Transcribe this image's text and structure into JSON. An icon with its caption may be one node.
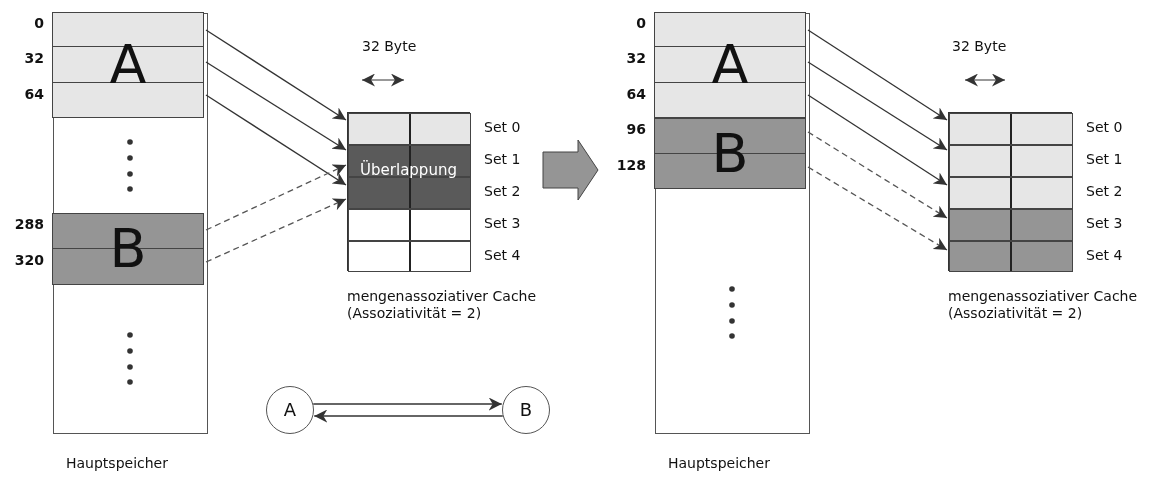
{
  "diagram": {
    "nodes": [
      {
        "text": [],
        "shape": "box",
        "beside": [
          "Hauptspeicher"
        ]
      },
      {
        "text": [
          "A"
        ],
        "in": 0,
        "beside": [
          "0",
          "32",
          "64"
        ]
      },
      {
        "text": [
          "B"
        ],
        "in": 0,
        "beside": [
          "288",
          "320"
        ]
      },
      {
        "text": [],
        "shape": "box",
        "beside": [
          "mengenassoziativer Cache (Assoziativität = 2)"
        ]
      },
      {
        "text": [],
        "shape": "box",
        "in": 3,
        "beside": [
          "Set 0"
        ]
      },
      {
        "text": [],
        "shape": "box",
        "in": 3,
        "beside": [
          "Set 1"
        ]
      },
      {
        "text": [],
        "shape": "box",
        "in": 3,
        "beside": [
          "Set 2"
        ]
      },
      {
        "text": [],
        "shape": "box",
        "in": 3,
        "beside": [
          "Set 3"
        ]
      },
      {
        "text": [],
        "shape": "box",
        "in": 3,
        "beside": [
          "Set 4"
        ]
      },
      {
        "text": [
          "A"
        ]
      },
      {
        "text": [
          "B"
        ]
      },
      {
        "text": [],
        "shape": "box",
        "beside": [
          "Hauptspeicher"
        ]
      },
      {
        "text": [
          "A"
        ],
        "in": 11,
        "beside": [
          "0",
          "32",
          "64"
        ]
      },
      {
        "text": [
          "B"
        ],
        "in": 11,
        "beside": [
          "96",
          "128"
        ]
      },
      {
        "text": [],
        "shape": "box",
        "beside": [
          "mengenassoziativer Cache (Assoziativität = 2)"
        ]
      },
      {
        "text": [],
        "shape": "box",
        "in": 14,
        "beside": [
          "Set 0"
        ]
      },
      {
        "text": [],
        "shape": "box",
        "in": 14,
        "beside": [
          "Set 1"
        ]
      },
      {
        "text": [],
        "shape": "box",
        "in": 14,
        "beside": [
          "Set 2"
        ]
      },
      {
        "text": [],
        "shape": "box",
        "in": 14,
        "beside": [
          "Set 3"
        ]
      },
      {
        "text": [],
        "shape": "box",
        "in": 14,
        "beside": [
          "Set 4"
        ]
      }
    ],
    "edges": [
      {
        "from": 1,
        "to": 4,
        "arrow": "to"
      },
      {
        "from": 1,
        "to": 5,
        "arrow": "to"
      },
      {
        "from": 1,
        "to": 6,
        "arrow": "to"
      },
      {
        "from": 2,
        "to": 5,
        "arrow": "to",
        "style": "dashed"
      },
      {
        "from": 2,
        "to": 6,
        "arrow": "to",
        "style": "dashed"
      },
      {
        "from": 9,
        "to": 10,
        "arrow": "to"
      },
      {
        "from": 10,
        "to": 9,
        "arrow": "to"
      },
      {
        "from": 12,
        "to": 15,
        "arrow": "to"
      },
      {
        "from": 12,
        "to": 16,
        "arrow": "to"
      },
      {
        "from": 12,
        "to": 17,
        "arrow": "to"
      },
      {
        "from": 13,
        "to": 18,
        "arrow": "to",
        "style": "dashed"
      },
      {
        "from": 13,
        "to": 19,
        "arrow": "to",
        "style": "dashed"
      }
    ],
    "labels": [
      "32 Byte",
      "Überlappung",
      "32 Byte"
    ]
  }
}
